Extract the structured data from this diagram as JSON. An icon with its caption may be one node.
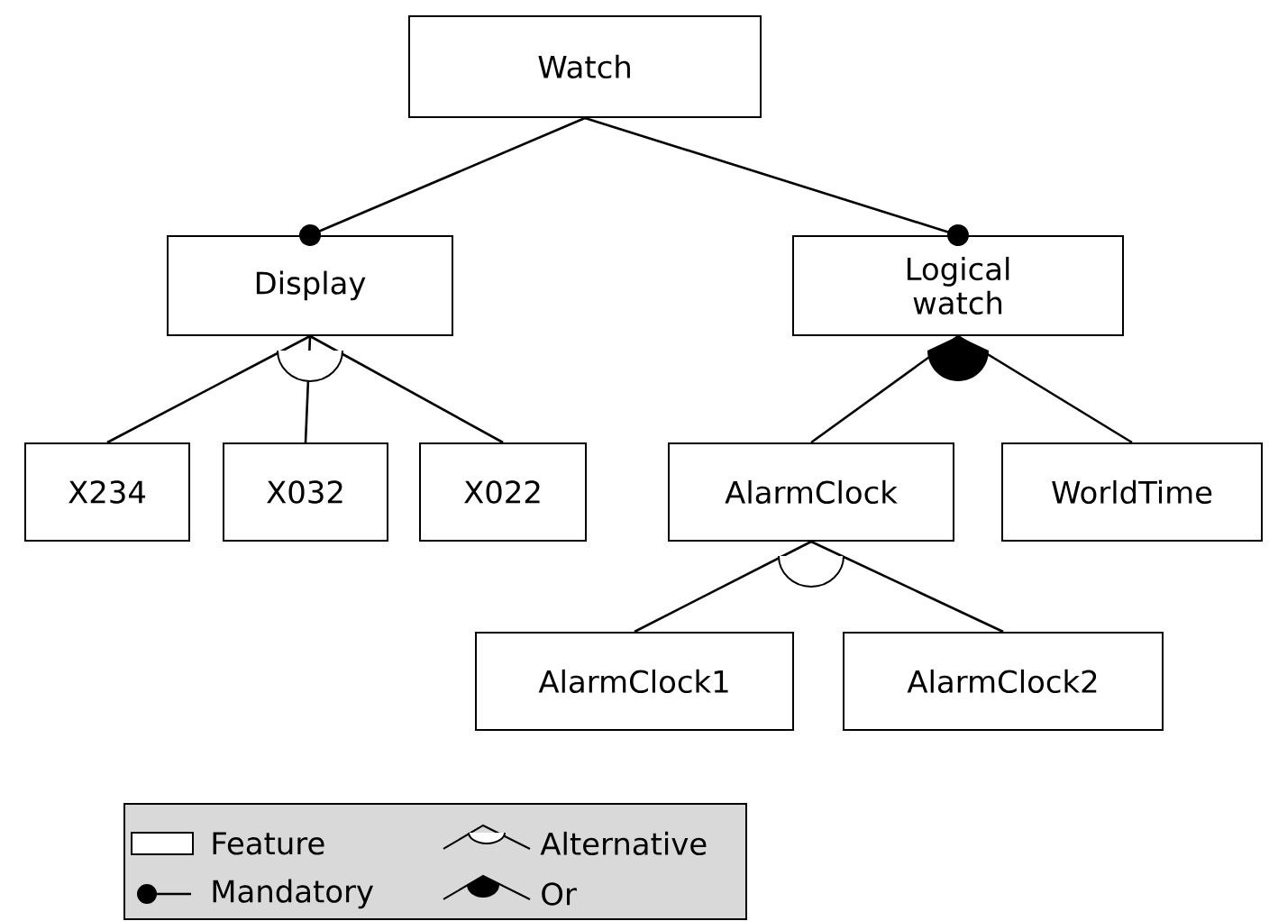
{
  "diagram": {
    "nodes": [
      {
        "text": [
          "Watch"
        ]
      },
      {
        "text": [
          "Display"
        ]
      },
      {
        "text": [
          "Logical watch"
        ]
      },
      {
        "text": [
          "X234"
        ]
      },
      {
        "text": [
          "X032"
        ]
      },
      {
        "text": [
          "X022"
        ]
      },
      {
        "text": [
          "AlarmClock"
        ]
      },
      {
        "text": [
          "WorldTime"
        ]
      },
      {
        "text": [
          "AlarmClock1"
        ]
      },
      {
        "text": [
          "AlarmClock2"
        ]
      }
    ],
    "edges": [
      {
        "from": 0,
        "to": 1,
        "arrow": "other"
      },
      {
        "from": 0,
        "to": 2,
        "arrow": "other"
      },
      {
        "from": 1,
        "to": 3,
        "arrow": "none"
      },
      {
        "from": 1,
        "to": 4,
        "arrow": "none"
      },
      {
        "from": 1,
        "to": 5,
        "arrow": "none"
      },
      {
        "from": 2,
        "to": 6,
        "arrow": "none"
      },
      {
        "from": 2,
        "to": 7,
        "arrow": "none"
      },
      {
        "from": 6,
        "to": 8,
        "arrow": "none"
      },
      {
        "from": 6,
        "to": 9,
        "arrow": "none"
      }
    ],
    "legend": [
      {
        "text": "Feature"
      },
      {
        "text": "Alternative"
      },
      {
        "text": "Mandatory"
      },
      {
        "text": "Or"
      }
    ]
  }
}
